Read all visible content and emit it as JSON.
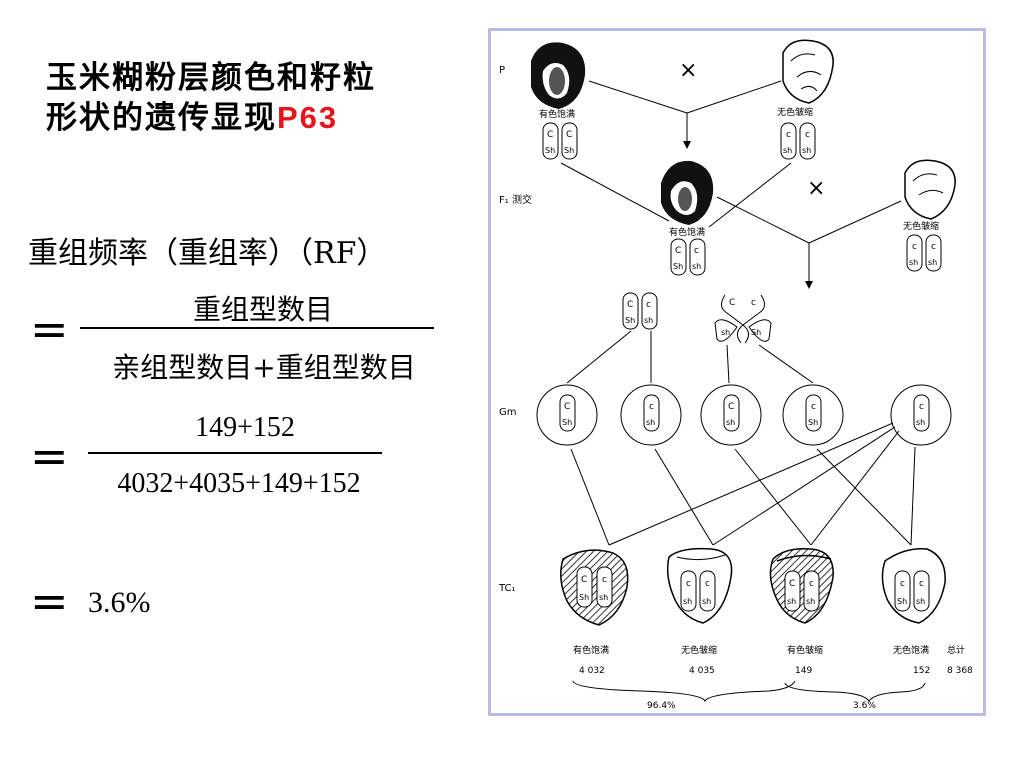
{
  "slide": {
    "title_line1": "玉米糊粉层颜色和籽粒",
    "title_line2": "形状的遗传显现",
    "title_ref": "P63",
    "rf_label": "重组频率（重组率）（RF）",
    "equals": "=",
    "fraction1": {
      "numerator": "重组型数目",
      "denominator": "亲组型数目+重组型数目"
    },
    "fraction2": {
      "numerator": "149+152",
      "denominator": "4032+4035+149+152"
    },
    "result": "3.6%"
  },
  "diagram": {
    "gen_labels": {
      "p": "P",
      "f1": "F₁  测交",
      "gm": "Gm",
      "tc": "TC₁"
    },
    "cross": "×",
    "p_left_label": "有色饱满",
    "p_right_label": "无色皱缩",
    "f1_left_label": "有色饱满",
    "f1_right_label": "无色皱缩",
    "alleles": {
      "C": "C",
      "c": "c",
      "Sh": "Sh",
      "sh": "sh"
    },
    "tc_labels": [
      "有色饱满",
      "无色皱缩",
      "有色皱缩",
      "无色饱满"
    ],
    "tc_counts": [
      "4 032",
      "4 035",
      "149",
      "152"
    ],
    "total_label": "总计",
    "total_value": "8 368",
    "parental_pct": "96.4%",
    "recomb_pct": "3.6%"
  }
}
